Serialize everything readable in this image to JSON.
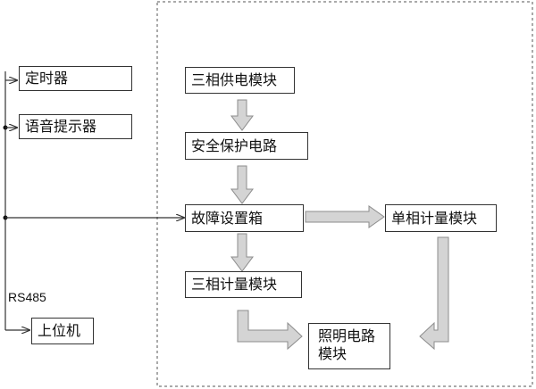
{
  "colors": {
    "line": "#333333",
    "arrow_fill": "#d4d4d4",
    "arrow_stroke": "#8c8c8c",
    "background": "#ffffff"
  },
  "left": {
    "timer": "定时器",
    "voice_prompter": "语音提示器",
    "bus_label": "RS485",
    "host_computer": "上位机"
  },
  "system": {
    "three_phase_supply": "三相供电模块",
    "safety_protection": "安全保护电路",
    "fault_setting_box": "故障设置箱",
    "single_phase_metering": "单相计量模块",
    "three_phase_metering": "三相计量模块",
    "lighting_circuit": "照明电路\n模块"
  }
}
